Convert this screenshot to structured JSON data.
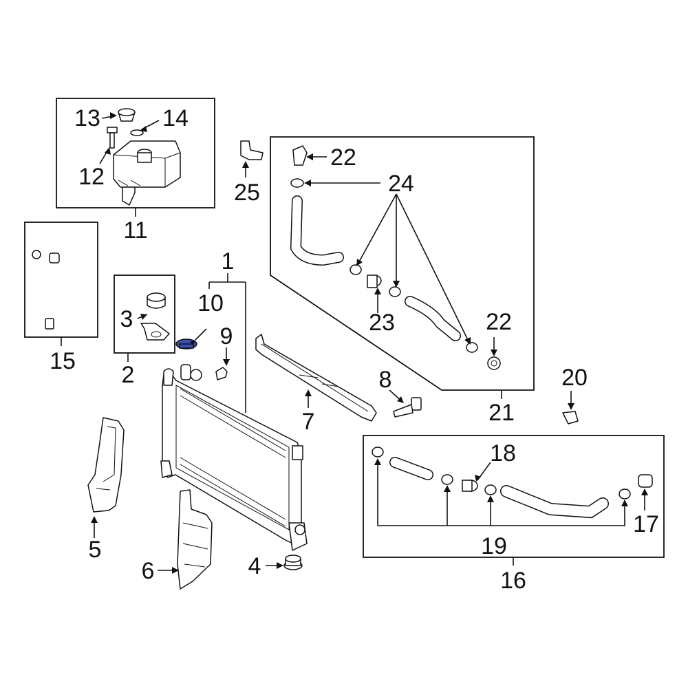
{
  "callouts": {
    "c1": "1",
    "c2": "2",
    "c3": "3",
    "c4": "4",
    "c5": "5",
    "c6": "6",
    "c7": "7",
    "c8": "8",
    "c9": "9",
    "c10": "10",
    "c11": "11",
    "c12": "12",
    "c13": "13",
    "c14": "14",
    "c15": "15",
    "c16": "16",
    "c17": "17",
    "c18": "18",
    "c19": "19",
    "c20": "20",
    "c21": "21",
    "c22a": "22",
    "c22b": "22",
    "c23": "23",
    "c24": "24",
    "c25": "25"
  },
  "highlighted_part": "10",
  "colors": {
    "line": "#111111",
    "highlight": "#3a4fb0",
    "background": "#ffffff"
  }
}
